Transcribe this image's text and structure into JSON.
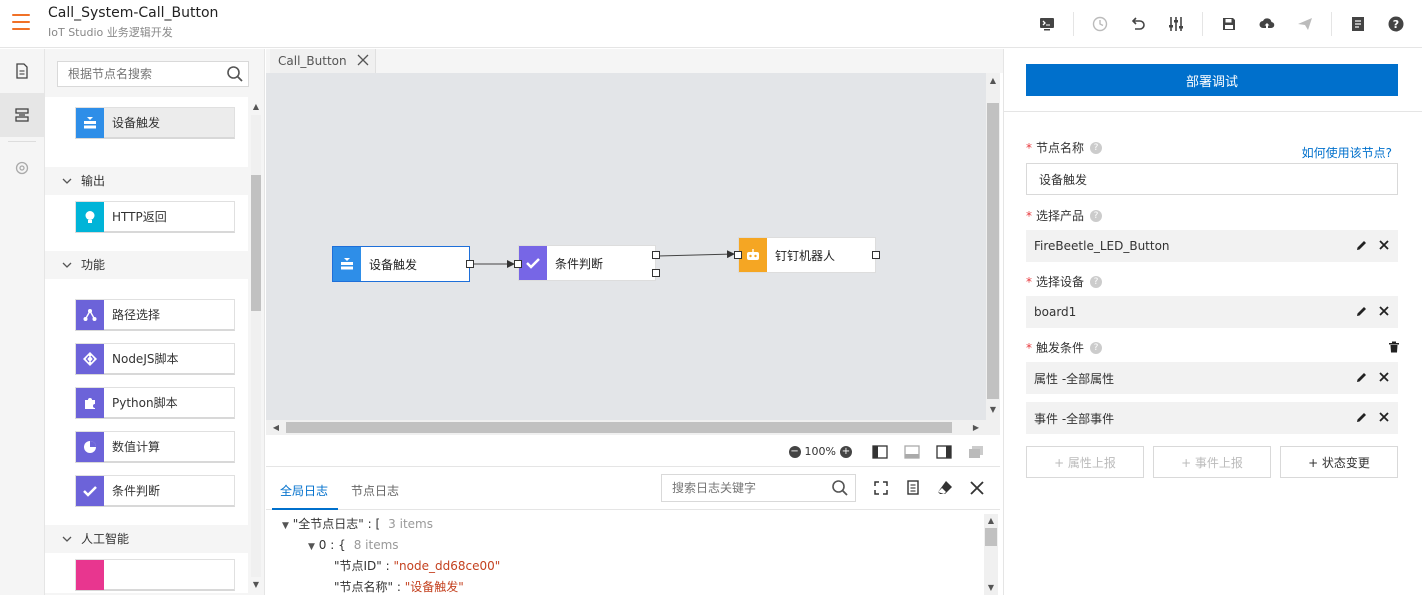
{
  "header": {
    "title": "Call_System-Call_Button",
    "subtitle": "IoT Studio 业务逻辑开发",
    "toolbar_icons": [
      "console-icon",
      "history-icon",
      "undo-icon",
      "settings-sliders-icon",
      "save-icon",
      "cloud-upload-icon",
      "publish-icon",
      "document-icon",
      "help-icon"
    ]
  },
  "rail": {
    "items": [
      "document-icon",
      "nodes-icon",
      "gear-icon"
    ]
  },
  "node_panel": {
    "search_placeholder": "根据节点名搜索",
    "top_node": "设备触发",
    "categories": [
      {
        "label": "输出",
        "nodes": [
          {
            "label": "HTTP返回",
            "color": "#00b4d8"
          }
        ]
      },
      {
        "label": "功能",
        "nodes": [
          {
            "label": "路径选择",
            "color": "#6c63d9"
          },
          {
            "label": "NodeJS脚本",
            "color": "#6c63d9"
          },
          {
            "label": "Python脚本",
            "color": "#6c63d9"
          },
          {
            "label": "数值计算",
            "color": "#6c63d9"
          },
          {
            "label": "条件判断",
            "color": "#6c63d9"
          }
        ]
      },
      {
        "label": "人工智能",
        "nodes": []
      }
    ]
  },
  "canvas": {
    "tab_label": "Call_Button",
    "nodes": {
      "device_trigger": {
        "label": "设备触发",
        "color": "#2e8ee8"
      },
      "condition": {
        "label": "条件判断",
        "color": "#7766e6"
      },
      "dingtalk": {
        "label": "钉钉机器人",
        "color": "#f5a623"
      }
    },
    "zoom": "100%"
  },
  "log": {
    "tabs": [
      "全局日志",
      "节点日志"
    ],
    "active_tab": 0,
    "search_placeholder": "搜索日志关键字",
    "lines": [
      {
        "key": "\"全节点日志\"",
        "sep": " : [",
        "meta": "3 items"
      },
      {
        "key": "0",
        "sep": " : {",
        "meta": "8 items"
      },
      {
        "key": "\"节点ID\"",
        "sep": " : ",
        "value": "\"node_dd68ce00\""
      },
      {
        "key": "\"节点名称\"",
        "sep": " : ",
        "value": "\"设备触发\""
      }
    ]
  },
  "props": {
    "deploy_label": "部署调试",
    "help_link": "如何使用该节点?",
    "fields": {
      "node_name": {
        "label": "节点名称",
        "value": "设备触发"
      },
      "product": {
        "label": "选择产品",
        "value": "FireBeetle_LED_Button"
      },
      "device": {
        "label": "选择设备",
        "value": "board1"
      },
      "trigger": {
        "label": "触发条件"
      }
    },
    "conditions": [
      "属性 -全部属性",
      "事件 -全部事件"
    ],
    "add_buttons": [
      "+ 属性上报",
      "+ 事件上报",
      "+ 状态变更"
    ],
    "required_mark": "*",
    "help_mark": "?"
  },
  "colors": {
    "accent": "#0070cc",
    "brand_orange": "#f07127",
    "canvas_bg": "#e3e5e8",
    "log_string": "#c4411f"
  }
}
